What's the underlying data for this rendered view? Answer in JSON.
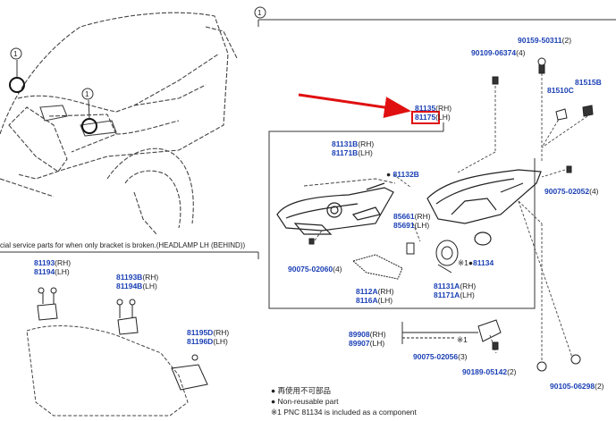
{
  "markers": {
    "section": "1",
    "callout_a": "1",
    "callout_b": "1"
  },
  "banner": "cial service parts for when only bracket is broken.(HEADLAMP LH (BEHIND))",
  "parts": {
    "p81135": {
      "num": "81135",
      "suffix": "(RH)"
    },
    "p81175": {
      "num": "81175",
      "suffix": "(LH)"
    },
    "p90159": {
      "num": "90159-50311",
      "suffix": "(2)"
    },
    "p90109": {
      "num": "90109-06374",
      "suffix": "(4)"
    },
    "p81510C": {
      "num": "81510C",
      "suffix": ""
    },
    "p81515B": {
      "num": "81515B",
      "suffix": ""
    },
    "p81131B": {
      "num": "81131B",
      "suffix": "(RH)"
    },
    "p81171B": {
      "num": "81171B",
      "suffix": "(LH)"
    },
    "p81132B": {
      "num": "81132B",
      "suffix": ""
    },
    "p90075_02052": {
      "num": "90075-02052",
      "suffix": "(4)"
    },
    "p85661": {
      "num": "85661",
      "suffix": "(RH)"
    },
    "p85691": {
      "num": "85691",
      "suffix": "(LH)"
    },
    "p90075_02060": {
      "num": "90075-02060",
      "suffix": "(4)"
    },
    "p81134": {
      "num": "81134",
      "suffix": "",
      "prefix": "※1"
    },
    "p8112A": {
      "num": "8112A",
      "suffix": "(RH)"
    },
    "p8116A": {
      "num": "8116A",
      "suffix": "(LH)"
    },
    "p81131A": {
      "num": "81131A",
      "suffix": "(RH)"
    },
    "p81171A": {
      "num": "81171A",
      "suffix": "(LH)"
    },
    "p89908": {
      "num": "89908",
      "suffix": "(RH)"
    },
    "p89907": {
      "num": "89907",
      "suffix": "(LH)"
    },
    "p90075_02056": {
      "num": "90075-02056",
      "suffix": "(3)"
    },
    "p90189": {
      "num": "90189-05142",
      "suffix": "(2)"
    },
    "p90105": {
      "num": "90105-06298",
      "suffix": "(2)"
    },
    "p81193": {
      "num": "81193",
      "suffix": "(RH)"
    },
    "p81194": {
      "num": "81194",
      "suffix": "(LH)"
    },
    "p81193B": {
      "num": "81193B",
      "suffix": "(RH)"
    },
    "p81194B": {
      "num": "81194B",
      "suffix": "(LH)"
    },
    "p81195D": {
      "num": "81195D",
      "suffix": "(RH)"
    },
    "p81196D": {
      "num": "81196D",
      "suffix": "(LH)"
    }
  },
  "note_ref": "※1",
  "legend": {
    "line1": "● 再使用不可部品",
    "line2": "● Non-reusable part",
    "line3": "※1 PNC 81134 is included as a component"
  },
  "colors": {
    "part_number": "#1a3fb5",
    "highlight": "#e01010",
    "arrow": "#e01010",
    "line": "#333333"
  }
}
